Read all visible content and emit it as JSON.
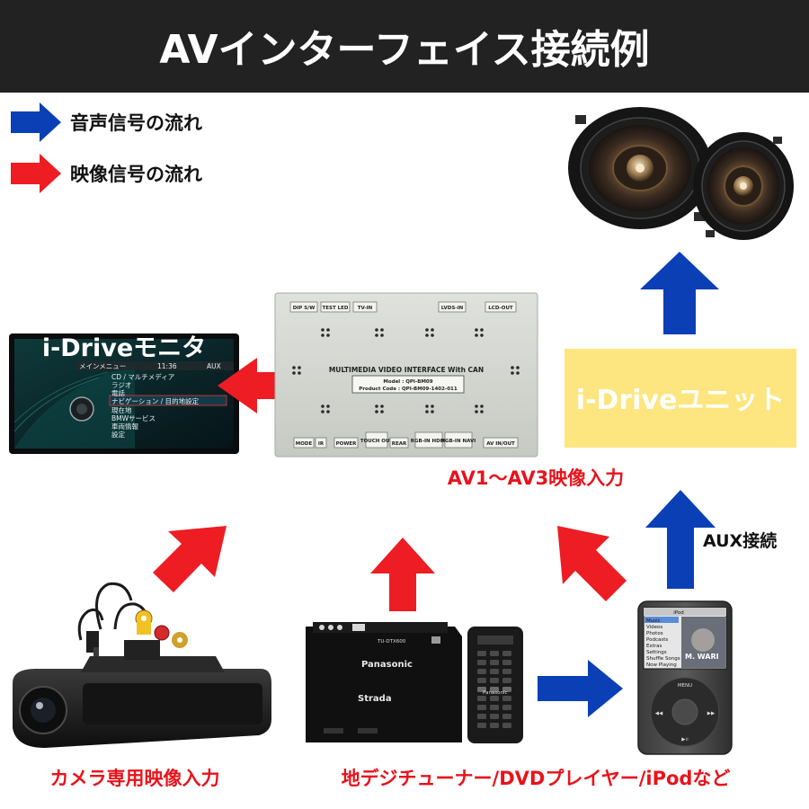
{
  "title": "AVインターフェイス接続例",
  "legend": {
    "audio": "音声信号の流れ",
    "video": "映像信号の流れ"
  },
  "colors": {
    "audio_arrow": "#0a3fb6",
    "video_arrow": "#ee1c23",
    "label_red": "#e8131b",
    "unit_box": "#fde67f",
    "title_bar": "#222222"
  },
  "monitor": {
    "label": "i-Driveモニタ",
    "time": "11:36",
    "aux": "AUX",
    "menu_header": "メインメニュー",
    "menu_items": [
      "CD / マルチメディア",
      "ラジオ",
      "電話",
      "ナビゲーション / 目的地設定",
      "現在地",
      "BMWサービス",
      "車両情報",
      "設定"
    ]
  },
  "interface_box": {
    "top_ports": [
      "DIP S/W",
      "TEST LED",
      "TV-IN",
      "LVDS-IN",
      "LCD-OUT"
    ],
    "main_label": "MULTIMEDIA VIDEO INTERFACE With CAN",
    "model": "Model : QPI-BM09",
    "product_code": "Product Code : QPI-BM09-1402-011",
    "bottom_ports": [
      "MODE",
      "IR",
      "POWER",
      "TOUCH OUT",
      "REAR",
      "RGB-IN HDMI",
      "RGB-IN NAVI",
      "AV IN/OUT"
    ]
  },
  "unit": {
    "label": "i-Driveユニット"
  },
  "av_input_label": "AV1〜AV3映像入力",
  "aux_label": "AUX接続",
  "bottom_labels": {
    "camera": "カメラ専用映像入力",
    "tuner": "地デジチューナー/DVDプレイヤー/iPodなど"
  },
  "tuner": {
    "brand": "Panasonic",
    "model": "TU-DTX600",
    "sub": "Strada",
    "remote_brand": "Panasonic"
  },
  "ipod": {
    "title": "iPod",
    "menu_items": [
      "Music",
      "Videos",
      "Photos",
      "Podcasts",
      "Extras",
      "Settings",
      "Shuffle Songs",
      "Now Playing"
    ],
    "album_text": "M. WARI",
    "wheel_label": "MENU"
  }
}
